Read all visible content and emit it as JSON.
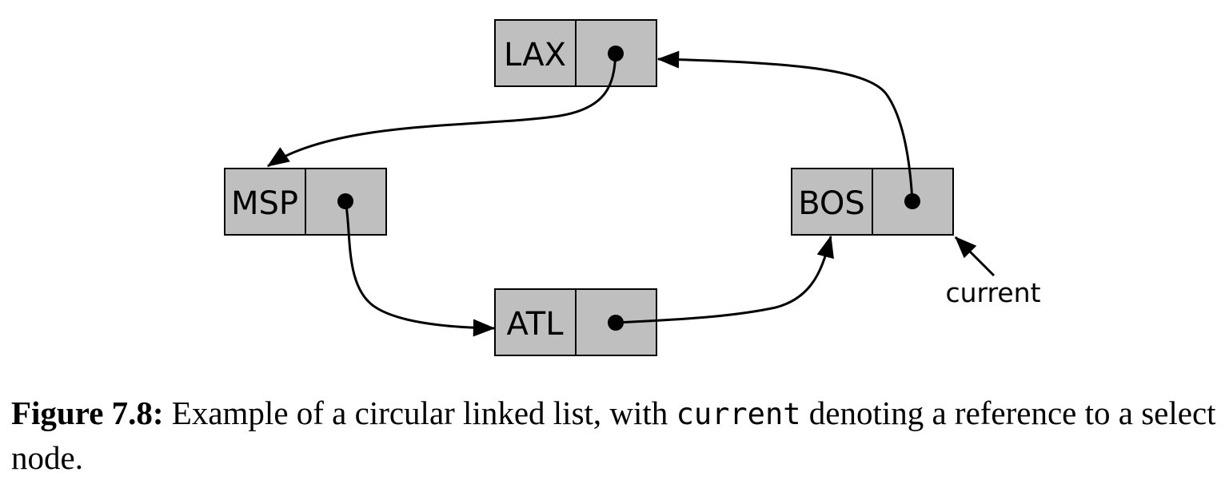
{
  "nodes": [
    {
      "id": "lax",
      "label": "LAX"
    },
    {
      "id": "msp",
      "label": "MSP"
    },
    {
      "id": "bos",
      "label": "BOS"
    },
    {
      "id": "atl",
      "label": "ATL"
    }
  ],
  "pointer_label": "current",
  "caption": {
    "label": "Figure 7.8:",
    "text_before": " Example of a circular linked list, with ",
    "code": "current",
    "text_after": " denoting a reference to a select node."
  },
  "colors": {
    "node_fill": "#bfbfbf",
    "stroke": "#000000",
    "background": "#ffffff"
  }
}
